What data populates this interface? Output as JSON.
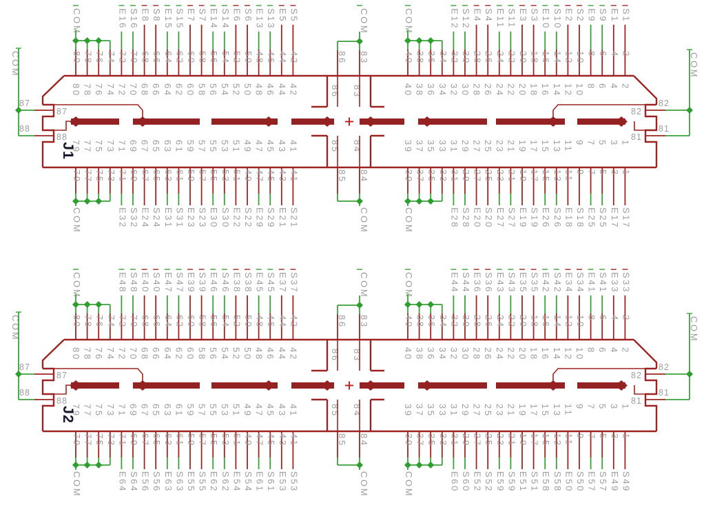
{
  "diagram": {
    "type": "schematic",
    "com_label": "COM",
    "plus_label": "+",
    "colors": {
      "wire_green": "#3aa13a",
      "junction_green": "#2d9e2d",
      "symbol_maroon": "#9b2423",
      "bus_maroon": "#952222",
      "text_gray": "#9c9c9c",
      "designator_color": "#18182f",
      "plus_red": "#c42222",
      "background": "#ffffff"
    },
    "connectors": [
      {
        "designator": "J1",
        "left_pins": [
          "87",
          "88"
        ],
        "right_pins": [
          "82",
          "81"
        ],
        "top_center_pins": [
          "86",
          "83"
        ],
        "bottom_center_pins": [
          "85",
          "84"
        ],
        "quadrants": {
          "top_left": {
            "com": [
              "80",
              "78",
              "76",
              "74"
            ],
            "pins": [
              [
                "72",
                "E16",
                "g"
              ],
              [
                "70",
                "S16",
                "g"
              ],
              [
                "68",
                "E8",
                "r"
              ],
              [
                "66",
                "S8",
                "r"
              ],
              [
                "64",
                "E15",
                "g"
              ],
              [
                "62",
                "S15",
                "g"
              ],
              [
                "60",
                "E7",
                "r"
              ],
              [
                "58",
                "S7",
                "r"
              ],
              [
                "56",
                "E14",
                "g"
              ],
              [
                "54",
                "S14",
                "g"
              ],
              [
                "52",
                "E6",
                "r"
              ],
              [
                "50",
                "S6",
                "r"
              ],
              [
                "48",
                "E13",
                "g"
              ],
              [
                "46",
                "S13",
                "g"
              ],
              [
                "44",
                "E5",
                "r"
              ],
              [
                "42",
                "S5",
                "r"
              ]
            ]
          },
          "top_right": {
            "com": [
              "40",
              "38",
              "36",
              "34"
            ],
            "pins": [
              [
                "32",
                "E12",
                "g"
              ],
              [
                "30",
                "S12",
                "g"
              ],
              [
                "28",
                "E4",
                "r"
              ],
              [
                "26",
                "S4",
                "r"
              ],
              [
                "24",
                "E11",
                "g"
              ],
              [
                "22",
                "S11",
                "g"
              ],
              [
                "20",
                "E3",
                "r"
              ],
              [
                "18",
                "S3",
                "r"
              ],
              [
                "16",
                "E10",
                "g"
              ],
              [
                "14",
                "S10",
                "g"
              ],
              [
                "12",
                "E2",
                "r"
              ],
              [
                "10",
                "S2",
                "r"
              ],
              [
                "8",
                "E9",
                "g"
              ],
              [
                "6",
                "S9",
                "g"
              ],
              [
                "4",
                "E1",
                "r"
              ],
              [
                "2",
                "S1",
                "r"
              ]
            ]
          },
          "bottom_left": {
            "com": [
              "79",
              "77",
              "75",
              "73"
            ],
            "pins": [
              [
                "71",
                "E32",
                "g"
              ],
              [
                "69",
                "S32",
                "g"
              ],
              [
                "67",
                "E24",
                "r"
              ],
              [
                "65",
                "S24",
                "r"
              ],
              [
                "63",
                "E31",
                "g"
              ],
              [
                "61",
                "S31",
                "g"
              ],
              [
                "59",
                "E23",
                "r"
              ],
              [
                "57",
                "S23",
                "r"
              ],
              [
                "55",
                "E30",
                "g"
              ],
              [
                "53",
                "S30",
                "g"
              ],
              [
                "51",
                "E22",
                "r"
              ],
              [
                "49",
                "S22",
                "r"
              ],
              [
                "47",
                "E29",
                "g"
              ],
              [
                "45",
                "S29",
                "g"
              ],
              [
                "43",
                "E21",
                "r"
              ],
              [
                "41",
                "S21",
                "r"
              ]
            ]
          },
          "bottom_right": {
            "com": [
              "39",
              "37",
              "35",
              "33"
            ],
            "pins": [
              [
                "31",
                "E28",
                "g"
              ],
              [
                "29",
                "S28",
                "g"
              ],
              [
                "27",
                "E20",
                "r"
              ],
              [
                "25",
                "S20",
                "r"
              ],
              [
                "23",
                "E27",
                "g"
              ],
              [
                "21",
                "S27",
                "g"
              ],
              [
                "19",
                "E19",
                "r"
              ],
              [
                "17",
                "S19",
                "r"
              ],
              [
                "15",
                "E26",
                "g"
              ],
              [
                "13",
                "S26",
                "g"
              ],
              [
                "11",
                "E18",
                "r"
              ],
              [
                "9",
                "S18",
                "r"
              ],
              [
                "7",
                "E25",
                "g"
              ],
              [
                "5",
                "S25",
                "g"
              ],
              [
                "3",
                "E17",
                "r"
              ],
              [
                "1",
                "S17",
                "r"
              ]
            ]
          }
        }
      },
      {
        "designator": "J2",
        "left_pins": [
          "87",
          "88"
        ],
        "right_pins": [
          "82",
          "81"
        ],
        "top_center_pins": [
          "86",
          "83"
        ],
        "bottom_center_pins": [
          "85",
          "84"
        ],
        "quadrants": {
          "top_left": {
            "com": [
              "80",
              "78",
              "76",
              "74"
            ],
            "pins": [
              [
                "72",
                "E48",
                "g"
              ],
              [
                "70",
                "S48",
                "g"
              ],
              [
                "68",
                "E40",
                "r"
              ],
              [
                "66",
                "S40",
                "r"
              ],
              [
                "64",
                "E47",
                "g"
              ],
              [
                "62",
                "S47",
                "g"
              ],
              [
                "60",
                "E39",
                "r"
              ],
              [
                "58",
                "S39",
                "r"
              ],
              [
                "56",
                "E46",
                "g"
              ],
              [
                "54",
                "S46",
                "g"
              ],
              [
                "52",
                "E38",
                "r"
              ],
              [
                "50",
                "S38",
                "r"
              ],
              [
                "48",
                "E45",
                "g"
              ],
              [
                "46",
                "S45",
                "g"
              ],
              [
                "44",
                "E37",
                "r"
              ],
              [
                "42",
                "S37",
                "r"
              ]
            ]
          },
          "top_right": {
            "com": [
              "40",
              "38",
              "36",
              "34"
            ],
            "pins": [
              [
                "32",
                "E44",
                "g"
              ],
              [
                "30",
                "S44",
                "g"
              ],
              [
                "28",
                "E36",
                "r"
              ],
              [
                "26",
                "S36",
                "r"
              ],
              [
                "24",
                "E43",
                "g"
              ],
              [
                "22",
                "S43",
                "g"
              ],
              [
                "20",
                "E35",
                "r"
              ],
              [
                "18",
                "S35",
                "r"
              ],
              [
                "16",
                "E42",
                "g"
              ],
              [
                "14",
                "S42",
                "g"
              ],
              [
                "12",
                "E34",
                "r"
              ],
              [
                "10",
                "S34",
                "r"
              ],
              [
                "8",
                "E41",
                "g"
              ],
              [
                "6",
                "S41",
                "g"
              ],
              [
                "4",
                "E33",
                "r"
              ],
              [
                "2",
                "S33",
                "r"
              ]
            ]
          },
          "bottom_left": {
            "com": [
              "79",
              "77",
              "75",
              "73"
            ],
            "pins": [
              [
                "71",
                "E64",
                "g"
              ],
              [
                "69",
                "S64",
                "g"
              ],
              [
                "67",
                "E56",
                "r"
              ],
              [
                "65",
                "S56",
                "r"
              ],
              [
                "63",
                "E63",
                "g"
              ],
              [
                "61",
                "S63",
                "g"
              ],
              [
                "59",
                "E55",
                "r"
              ],
              [
                "57",
                "S55",
                "r"
              ],
              [
                "55",
                "E62",
                "g"
              ],
              [
                "53",
                "S62",
                "g"
              ],
              [
                "51",
                "E54",
                "r"
              ],
              [
                "49",
                "S54",
                "r"
              ],
              [
                "47",
                "E61",
                "g"
              ],
              [
                "45",
                "S61",
                "g"
              ],
              [
                "43",
                "E53",
                "r"
              ],
              [
                "41",
                "S53",
                "r"
              ]
            ]
          },
          "bottom_right": {
            "com": [
              "39",
              "37",
              "35",
              "33"
            ],
            "pins": [
              [
                "31",
                "E60",
                "g"
              ],
              [
                "29",
                "S60",
                "g"
              ],
              [
                "27",
                "E52",
                "r"
              ],
              [
                "25",
                "S52",
                "r"
              ],
              [
                "23",
                "E59",
                "g"
              ],
              [
                "21",
                "S59",
                "g"
              ],
              [
                "19",
                "E51",
                "r"
              ],
              [
                "17",
                "S51",
                "r"
              ],
              [
                "15",
                "E58",
                "g"
              ],
              [
                "13",
                "S58",
                "g"
              ],
              [
                "11",
                "E50",
                "r"
              ],
              [
                "9",
                "S50",
                "r"
              ],
              [
                "7",
                "E57",
                "g"
              ],
              [
                "5",
                "S57",
                "g"
              ],
              [
                "3",
                "E49",
                "r"
              ],
              [
                "1",
                "S49",
                "r"
              ]
            ]
          }
        }
      }
    ]
  }
}
